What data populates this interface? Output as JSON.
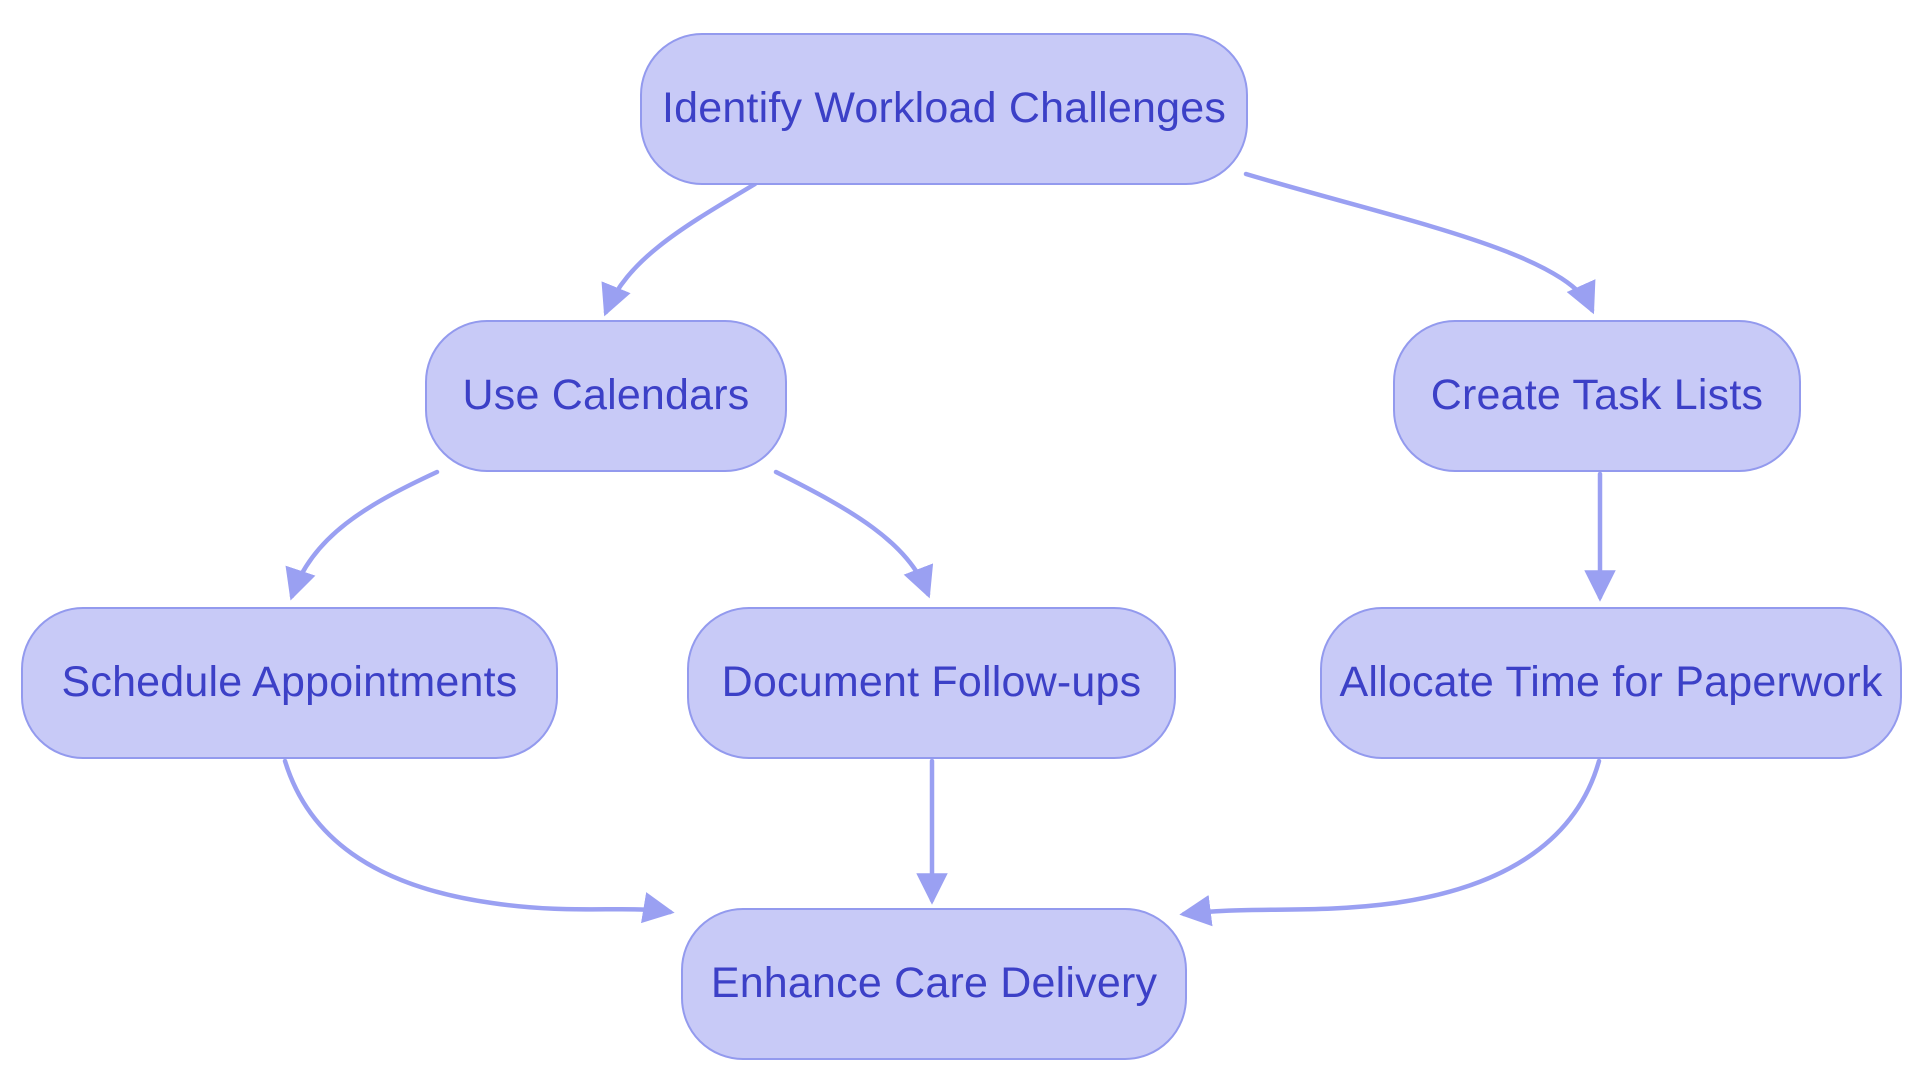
{
  "diagram": {
    "type": "flowchart",
    "direction": "top-down",
    "nodes": [
      {
        "id": "identify-workload-challenges",
        "label": "Identify Workload Challenges",
        "shape": "stadium"
      },
      {
        "id": "use-calendars",
        "label": "Use Calendars",
        "shape": "stadium"
      },
      {
        "id": "create-task-lists",
        "label": "Create Task Lists",
        "shape": "stadium"
      },
      {
        "id": "schedule-appointments",
        "label": "Schedule Appointments",
        "shape": "stadium"
      },
      {
        "id": "document-follow-ups",
        "label": "Document Follow-ups",
        "shape": "stadium"
      },
      {
        "id": "allocate-time-for-paperwork",
        "label": "Allocate Time for Paperwork",
        "shape": "stadium"
      },
      {
        "id": "enhance-care-delivery",
        "label": "Enhance Care Delivery",
        "shape": "stadium"
      }
    ],
    "edges": [
      {
        "from": "identify-workload-challenges",
        "to": "use-calendars"
      },
      {
        "from": "identify-workload-challenges",
        "to": "create-task-lists"
      },
      {
        "from": "use-calendars",
        "to": "schedule-appointments"
      },
      {
        "from": "use-calendars",
        "to": "document-follow-ups"
      },
      {
        "from": "create-task-lists",
        "to": "allocate-time-for-paperwork"
      },
      {
        "from": "schedule-appointments",
        "to": "enhance-care-delivery"
      },
      {
        "from": "document-follow-ups",
        "to": "enhance-care-delivery"
      },
      {
        "from": "allocate-time-for-paperwork",
        "to": "enhance-care-delivery"
      }
    ]
  },
  "colors": {
    "node_fill": "#c8caf7",
    "node_border": "#939aee",
    "node_text": "#3c40c7",
    "arrow": "#9aa0f2",
    "background": "#ffffff"
  }
}
